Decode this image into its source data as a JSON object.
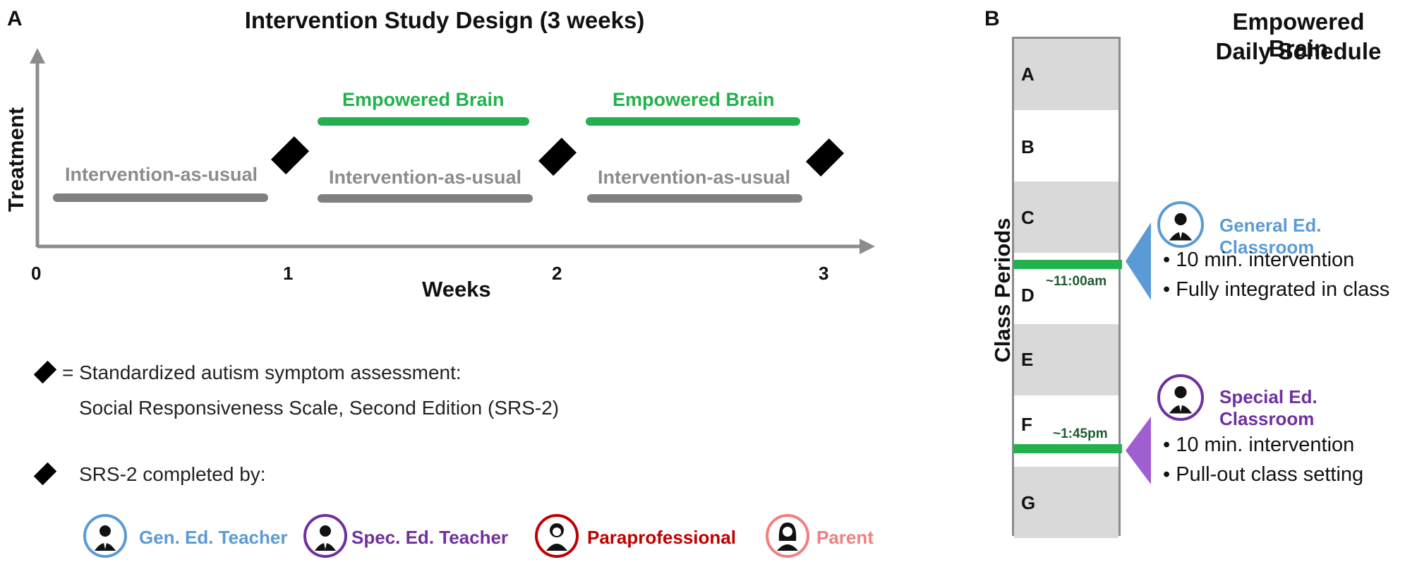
{
  "panel_a": {
    "letter": "A",
    "title": "Intervention Study Design (3 weeks)",
    "y_label": "Treatment",
    "x_label": "Weeks",
    "ticks": [
      "0",
      "1",
      "2",
      "3"
    ],
    "empowered_label": "Empowered Brain",
    "usual_label": "Intervention-as-usual",
    "legend": {
      "assessment_line1": "= Standardized autism symptom assessment:",
      "assessment_line2": "Social Responsiveness Scale, Second Edition (SRS-2)",
      "completed_by": "SRS-2 completed by:",
      "roles": [
        {
          "label": "Gen. Ed. Teacher",
          "color": "#5b9bd5"
        },
        {
          "label": "Spec. Ed. Teacher",
          "color": "#7030a0"
        },
        {
          "label": "Paraprofessional",
          "color": "#c00000"
        },
        {
          "label": "Parent",
          "color": "#f08080"
        }
      ]
    }
  },
  "panel_b": {
    "letter": "B",
    "title_line1": "Empowered Brain",
    "title_line2": "Daily Schedule",
    "y_label": "Class Periods",
    "periods": [
      "A",
      "B",
      "C",
      "D",
      "E",
      "F",
      "G"
    ],
    "times": [
      "~11:00am",
      "~1:45pm"
    ],
    "general": {
      "label": "General Ed. Classroom",
      "color": "#5b9bd5",
      "bullets": [
        "10 min. intervention",
        "Fully integrated in class"
      ]
    },
    "special": {
      "label": "Special Ed. Classroom",
      "color": "#7030a0",
      "bullets": [
        "10 min. intervention",
        "Pull-out class setting"
      ]
    }
  }
}
